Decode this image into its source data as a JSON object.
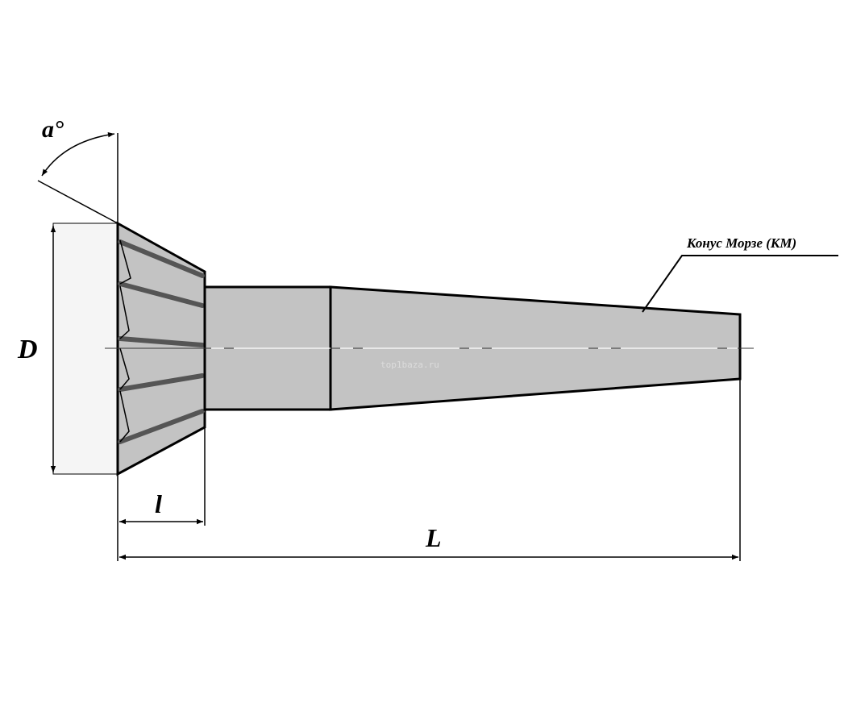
{
  "labels": {
    "angle": "a°",
    "diameter": "D",
    "head_length": "l",
    "total_length": "L",
    "morse_taper": "Конус Морзе (КМ)",
    "watermark": "top1baza.ru"
  },
  "colors": {
    "body": "#c3c3c3",
    "tooth_groove": "#555555",
    "face": "#f5f5f5",
    "line": "#000000"
  }
}
